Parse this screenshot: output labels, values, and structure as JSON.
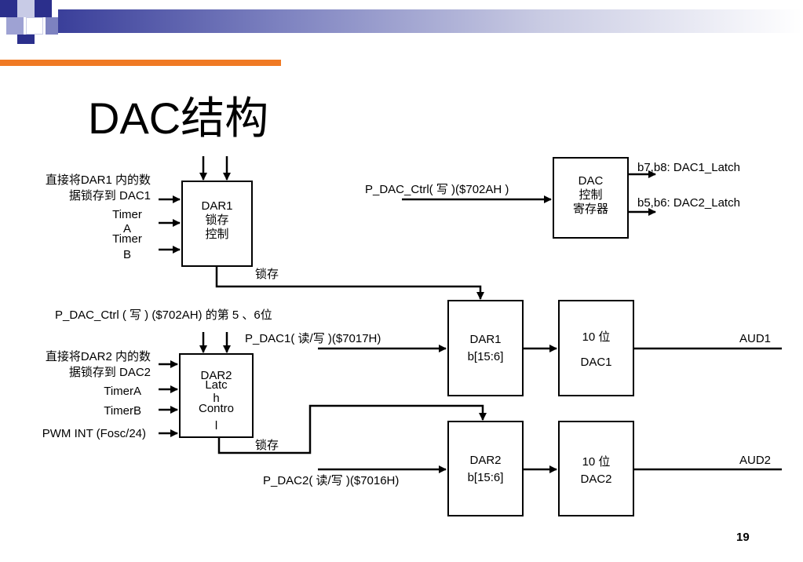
{
  "title": "DAC结构",
  "page_number": "19",
  "dar1_latch": {
    "inputs": {
      "direct": "直接将DAR1 内的数\n据锁存到 DAC1",
      "timer_a": "Timer\nA",
      "timer_b": "Timer\nB"
    },
    "box": "DAR1\n锁存\n控制",
    "out_label": "锁存"
  },
  "dar2_latch": {
    "inputs": {
      "direct": "直接将DAR2 内的数\n据锁存到 DAC2",
      "timer_a": "TimerA",
      "timer_b": "TimerB",
      "pwm": "PWM INT (Fosc/24)"
    },
    "box_line1": "DAR2",
    "box_overlap": "Latc\nh",
    "box_line3": "Contro\nl",
    "out_label": "锁存"
  },
  "ctrl_note": "P_DAC_Ctrl (   写   ) ($702AH)    的第  5 、6位",
  "dac_ctrl": {
    "input": "P_DAC_Ctrl(    写 )($702AH     )",
    "box": "DAC\n控制\n寄存器",
    "out1": "b7,b8:  DAC1_Latch",
    "out2": "b5,b6:  DAC2_Latch"
  },
  "channel1": {
    "input": "P_DAC1(      读/写   )($7017H)",
    "dar": "DAR1\nb[15:6]",
    "dac": "10  位\n\nDAC1",
    "output": "AUD1"
  },
  "channel2": {
    "input": "P_DAC2(      读/写    )($7016H)",
    "dar": "DAR2\nb[15:6]",
    "dac": "10  位\nDAC2",
    "output": "AUD2"
  }
}
